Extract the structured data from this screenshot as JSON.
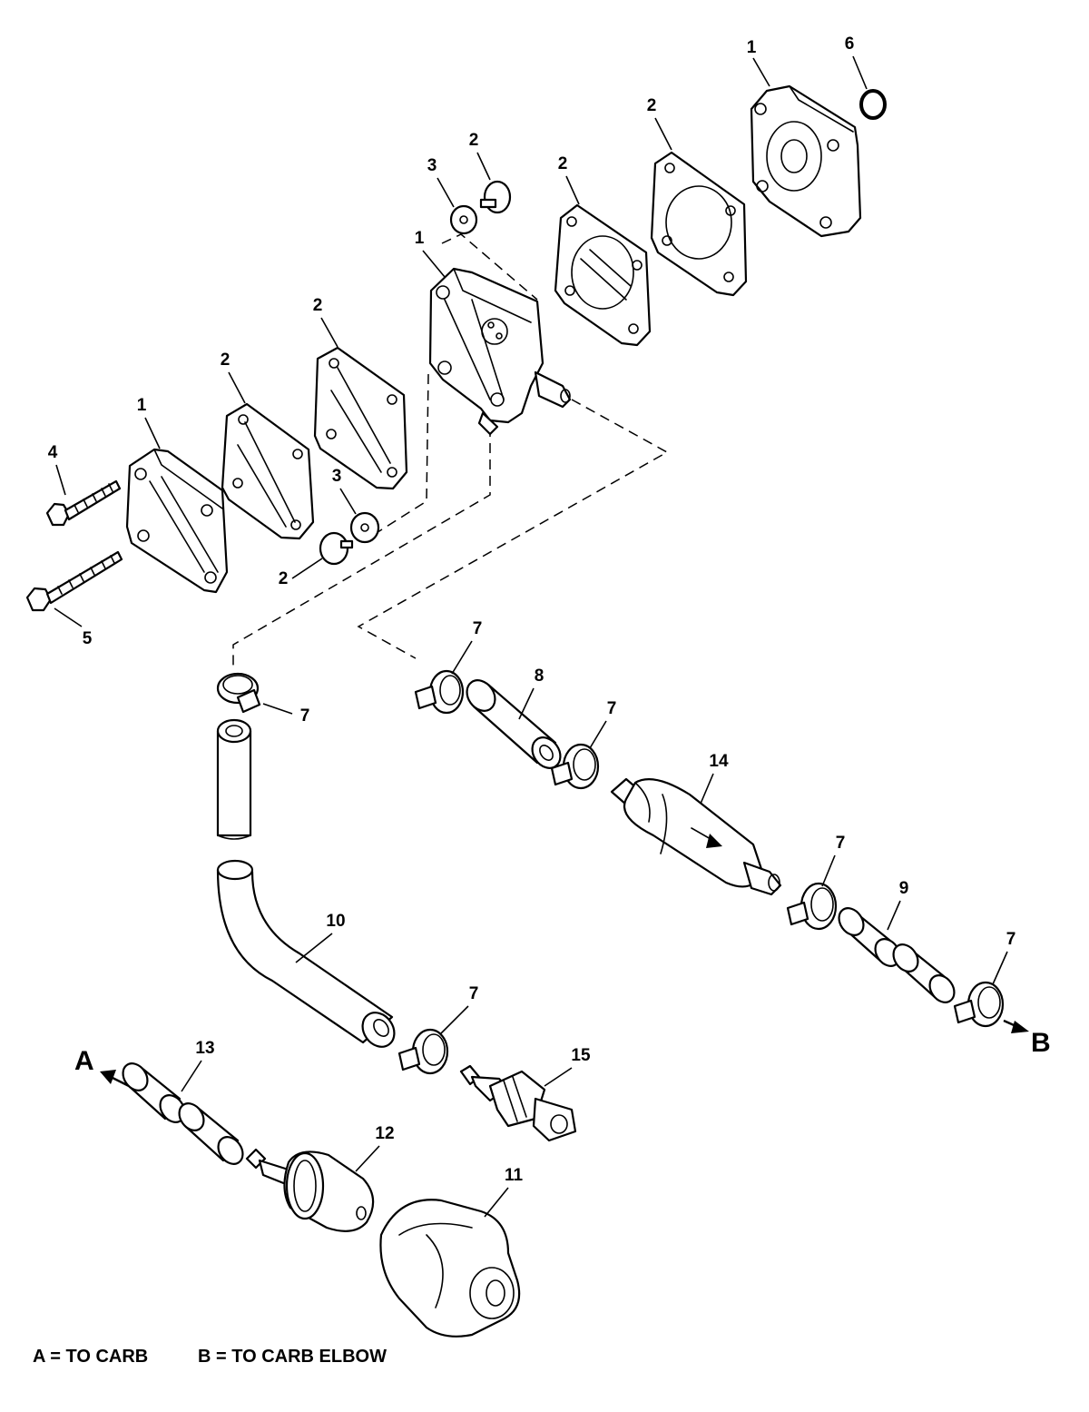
{
  "callouts": {
    "c1_right_cover": "1",
    "c6_oring": "6",
    "c2_gasket_right": "2",
    "c2_diaphragm_right": "2",
    "c2_check_valve_top": "2",
    "c3_washer_top": "3",
    "c1_pump_body": "1",
    "c2_diaphragm_left": "2",
    "c2_gasket_left": "2",
    "c1_left_cover": "1",
    "c4_screw": "4",
    "c5_screw": "5",
    "c3_washer_bottom": "3",
    "c2_check_valve_bottom": "2",
    "c7_clamp_left": "7",
    "c7_clamp_top": "7",
    "c8_hose": "8",
    "c7_clamp_mid": "7",
    "c14_filter": "14",
    "c7_clamp_right": "7",
    "c9_hose": "9",
    "c7_clamp_far_right": "7",
    "c10_hose": "10",
    "c7_clamp_bottom": "7",
    "c15_fitting": "15",
    "c13_hose": "13",
    "c12_primer_bulb": "12",
    "c11_boot": "11"
  },
  "end_labels": {
    "a": "A",
    "b": "B"
  },
  "legend": {
    "a_text": "A = TO CARB",
    "b_text": "B = TO CARB ELBOW"
  }
}
